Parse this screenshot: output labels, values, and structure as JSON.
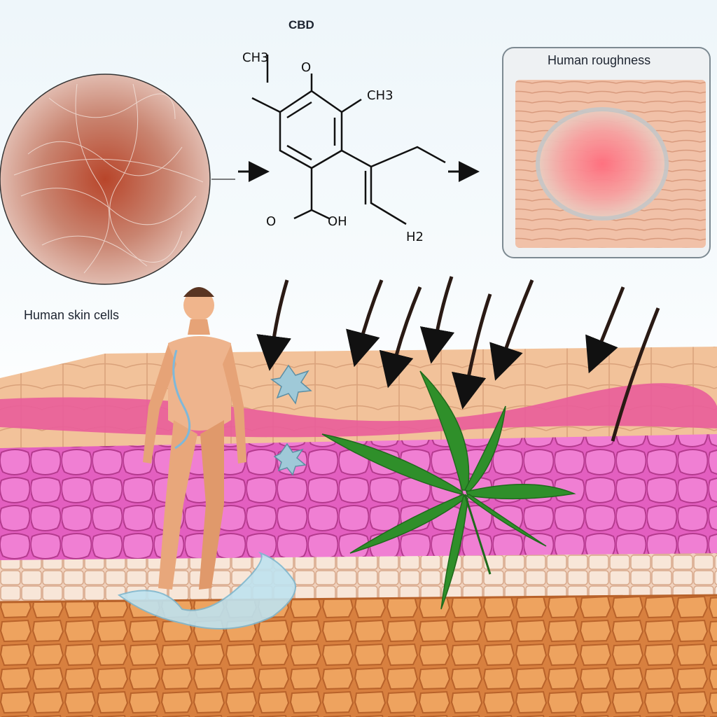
{
  "labels": {
    "molecule_title": "CBD",
    "skin_condition": "Human roughness",
    "skin_cells": "Human skin cells"
  },
  "chemistry": {
    "methyl_top": "CH3",
    "ketone_oxygen": "O",
    "methyl_right": "CH3",
    "carboxyl_oxygen": "O",
    "hydroxyl": "OH",
    "terminal_h2": "H2"
  },
  "colors": {
    "epidermis_surface": "#f2c29a",
    "pink_band": "#e95d9a",
    "cell_layer": "#e35fc0",
    "base_tissue": "#e9a062",
    "leaf": "#2f8f2a",
    "water": "#bfe3f0",
    "arrows": "#2a1a14"
  }
}
